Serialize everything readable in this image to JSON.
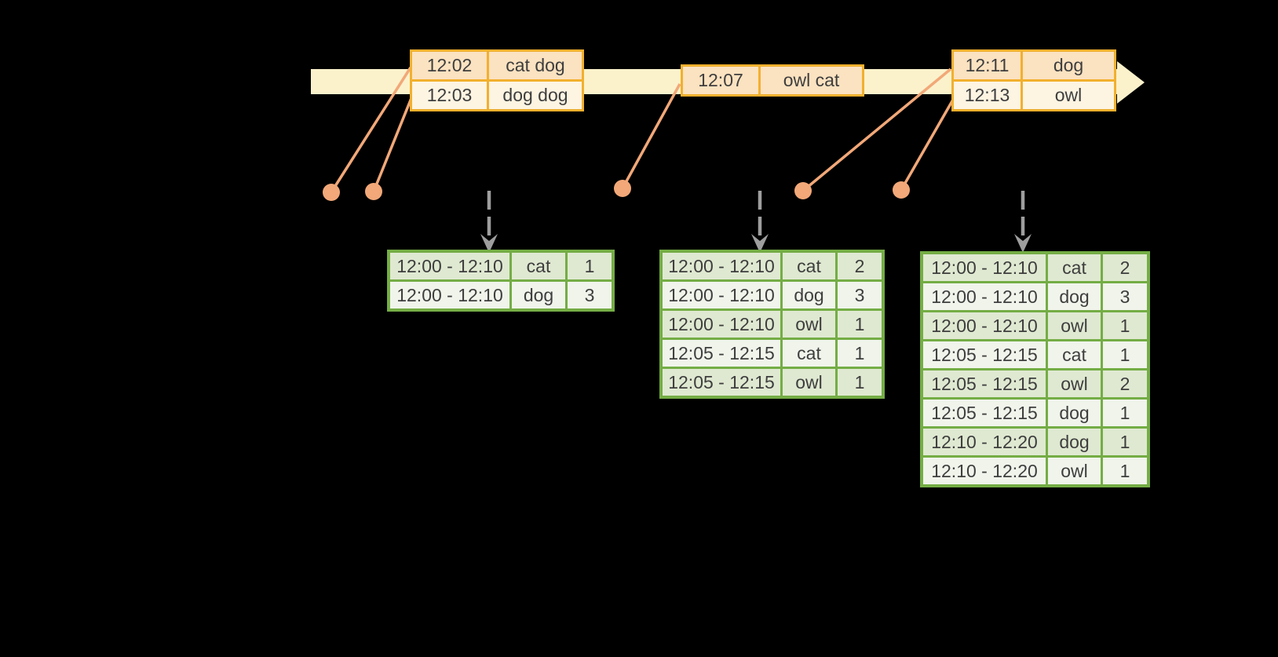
{
  "colors": {
    "background": "#000000",
    "timeline_fill": "#fbf2cc",
    "event_border": "#f2b02e",
    "event_row_dark": "#fbe2c0",
    "event_row_light": "#fdf4e2",
    "marker_orange": "#f2a878",
    "result_border": "#74ad45",
    "result_row_dark": "#dfe9d1",
    "result_row_light": "#f0f4eb",
    "trigger_gray": "#9e9e9e",
    "text": "#3e3e3e"
  },
  "timeline": {
    "event_tables": [
      {
        "rows": [
          [
            "12:02",
            "cat dog"
          ],
          [
            "12:03",
            "dog dog"
          ]
        ]
      },
      {
        "rows": [
          [
            "12:07",
            "owl cat"
          ]
        ]
      },
      {
        "rows": [
          [
            "12:11",
            "dog"
          ],
          [
            "12:13",
            "owl"
          ]
        ]
      }
    ]
  },
  "results": {
    "tables": [
      {
        "rows": [
          [
            "12:00 - 12:10",
            "cat",
            "1"
          ],
          [
            "12:00 - 12:10",
            "dog",
            "3"
          ]
        ]
      },
      {
        "rows": [
          [
            "12:00 - 12:10",
            "cat",
            "2"
          ],
          [
            "12:00 - 12:10",
            "dog",
            "3"
          ],
          [
            "12:00 - 12:10",
            "owl",
            "1"
          ],
          [
            "12:05 - 12:15",
            "cat",
            "1"
          ],
          [
            "12:05 - 12:15",
            "owl",
            "1"
          ]
        ]
      },
      {
        "rows": [
          [
            "12:00 - 12:10",
            "cat",
            "2"
          ],
          [
            "12:00 - 12:10",
            "dog",
            "3"
          ],
          [
            "12:00 - 12:10",
            "owl",
            "1"
          ],
          [
            "12:05 - 12:15",
            "cat",
            "1"
          ],
          [
            "12:05 - 12:15",
            "owl",
            "2"
          ],
          [
            "12:05 - 12:15",
            "dog",
            "1"
          ],
          [
            "12:10 - 12:20",
            "dog",
            "1"
          ],
          [
            "12:10 - 12:20",
            "owl",
            "1"
          ]
        ]
      }
    ]
  }
}
